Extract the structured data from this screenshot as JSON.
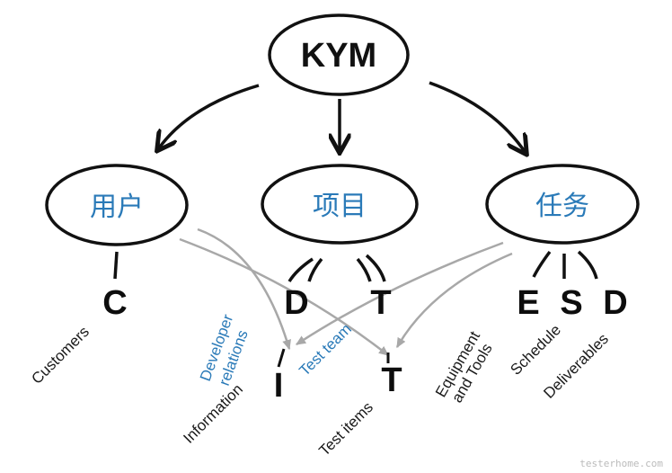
{
  "root": {
    "label": "KYM"
  },
  "nodes": {
    "users": {
      "label": "用户"
    },
    "project": {
      "label": "项目"
    },
    "tasks": {
      "label": "任务"
    }
  },
  "letters": {
    "c": "C",
    "d_top": "D",
    "t_top": "T",
    "i": "I",
    "t_bottom": "T",
    "e": "E",
    "s": "S",
    "d_right": "D"
  },
  "labels": {
    "customers": "Customers",
    "information": "Information",
    "test_items": "Test items",
    "developer_relations_line1": "Developer",
    "developer_relations_line2": "relations",
    "test_team": "Test team",
    "equipment_line1": "Equipment",
    "equipment_line2": "and Tools",
    "schedule": "Schedule",
    "deliverables": "Deliverables"
  },
  "watermark": "testerhome.com",
  "colors": {
    "ink": "#111111",
    "blue": "#2a7ab8",
    "gray_line": "#a8a8a8"
  }
}
